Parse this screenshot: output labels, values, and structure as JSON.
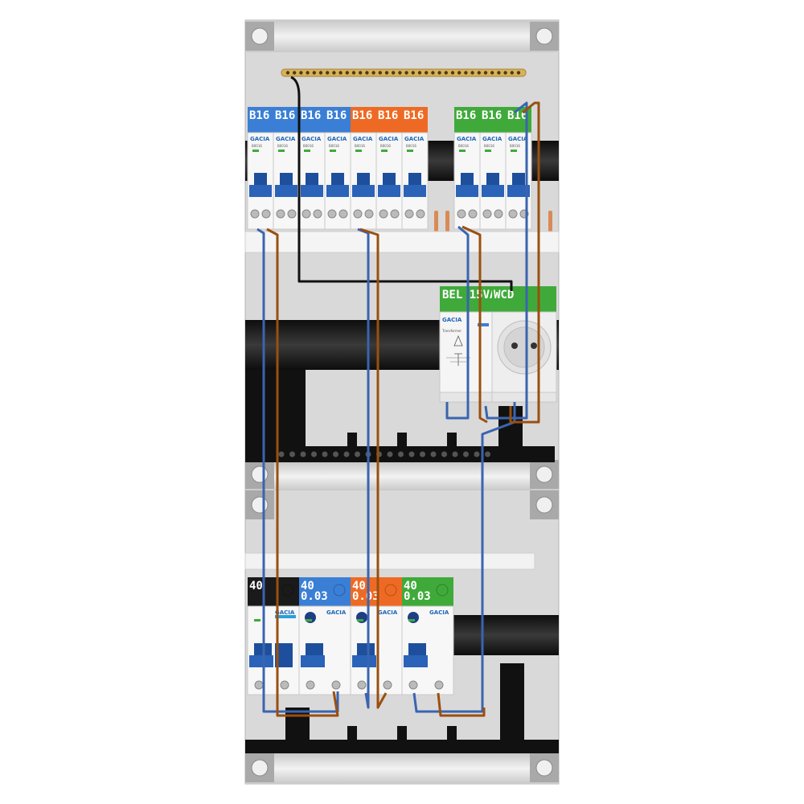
{
  "brand": "GACIA",
  "colors": {
    "blue": "#3a7fd5",
    "orange": "#ee6a24",
    "green": "#3faa3a",
    "black": "#1a1a1a",
    "wire_blue": "#3a64b0",
    "wire_brown": "#9b4f0f",
    "wire_black": "#111111",
    "enclosure": "#d9d9d9",
    "rail": "#1b1b1b",
    "busbar": "#d8b25a"
  },
  "top_row": {
    "breakers": [
      {
        "label": "B16",
        "color": "blue"
      },
      {
        "label": "B16",
        "color": "blue"
      },
      {
        "label": "B16",
        "color": "blue"
      },
      {
        "label": "B16",
        "color": "blue"
      },
      {
        "label": "B16",
        "color": "orange"
      },
      {
        "label": "B16",
        "color": "orange"
      },
      {
        "label": "B16",
        "color": "orange"
      },
      {
        "label": "B16",
        "color": "green"
      },
      {
        "label": "B16",
        "color": "green"
      },
      {
        "label": "B16",
        "color": "green"
      }
    ],
    "model_text": "B0016"
  },
  "middle_row": {
    "transformer": {
      "label": "BEL 15VA",
      "color": "green",
      "caption": "Transformer"
    },
    "socket": {
      "label": "WCD",
      "color": "green"
    }
  },
  "bottom_row": {
    "devices": [
      {
        "line1": "40",
        "line2": "",
        "color": "black",
        "type": "main-switch"
      },
      {
        "line1": "40",
        "line2": "0.03",
        "color": "blue",
        "type": "rcd"
      },
      {
        "line1": "40",
        "line2": "0.03",
        "color": "orange",
        "type": "rcd"
      },
      {
        "line1": "40",
        "line2": "0.03",
        "color": "green",
        "type": "rcd"
      }
    ]
  }
}
